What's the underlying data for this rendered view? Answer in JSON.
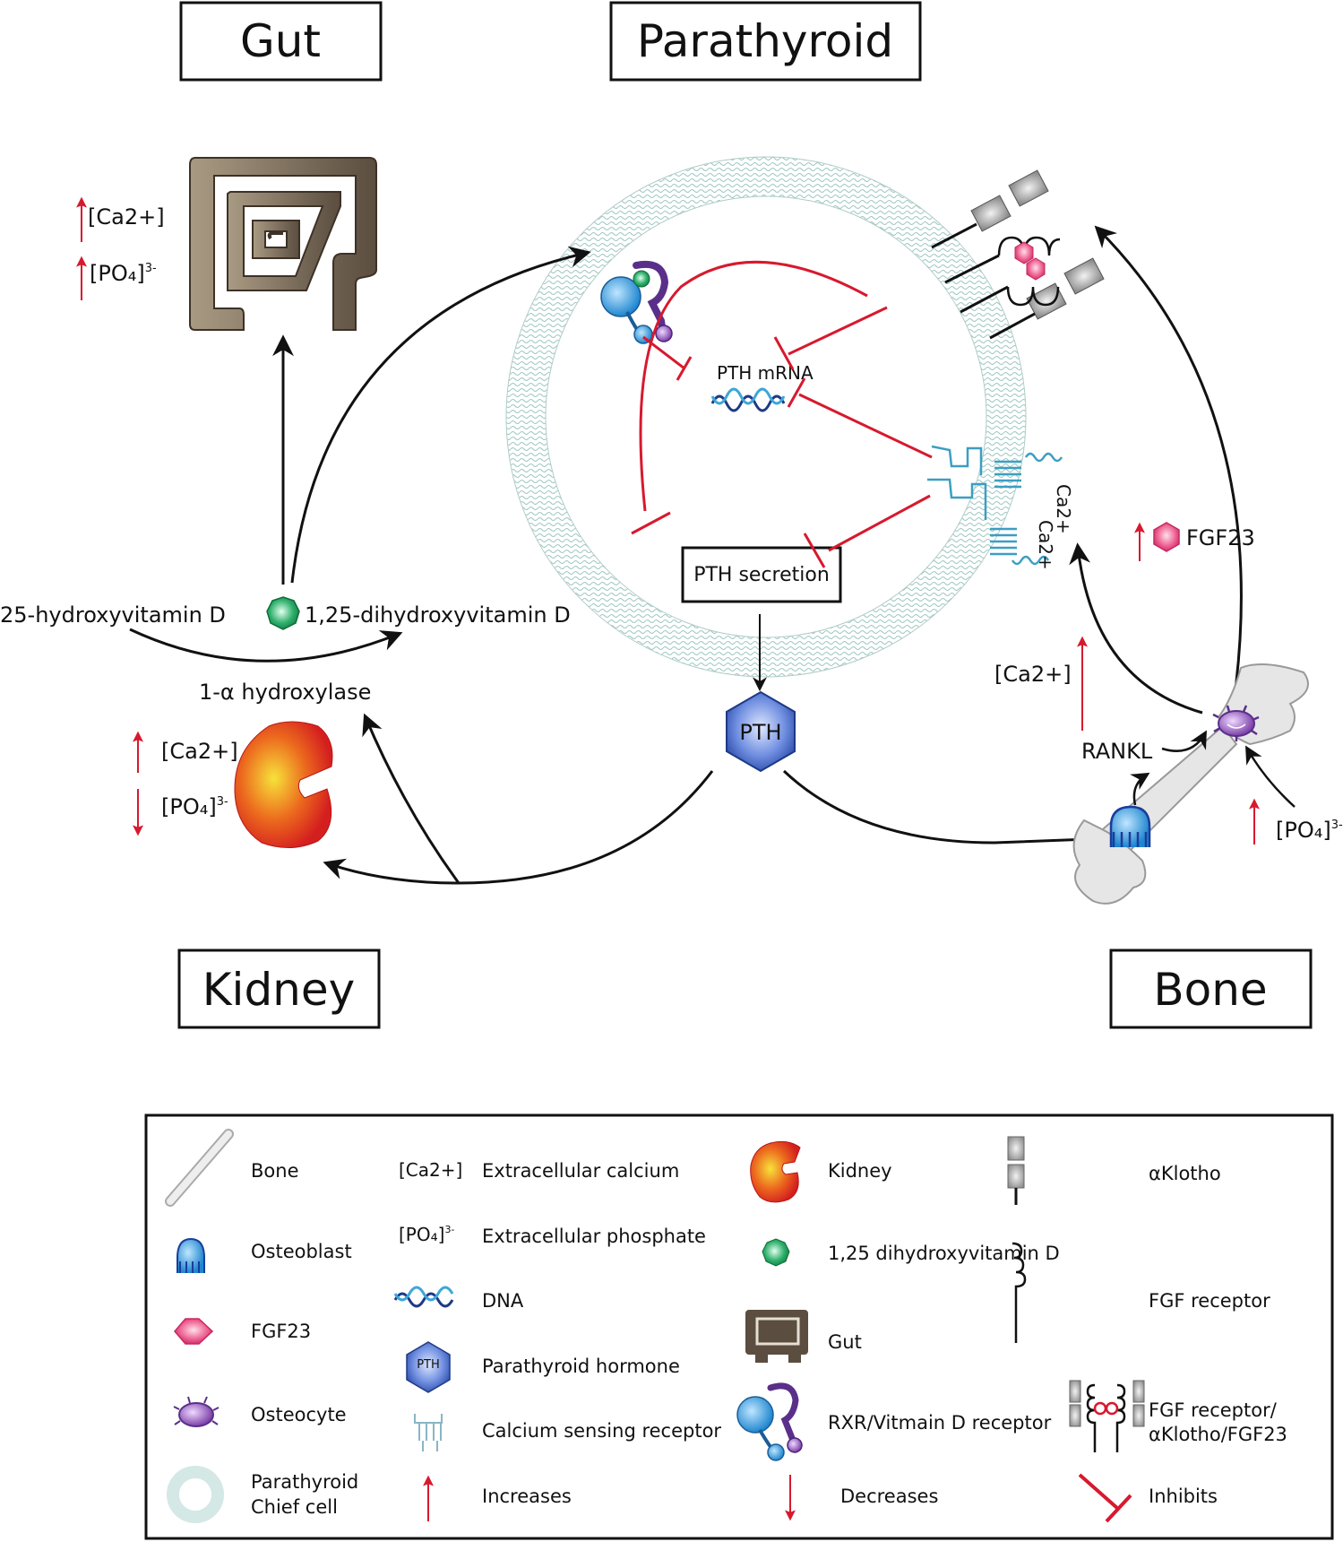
{
  "organs": {
    "gut": "Gut",
    "parathyroid": "Parathyroid",
    "kidney": "Kidney",
    "bone": "Bone"
  },
  "gut_effects": {
    "ca": "[Ca2+]",
    "po4": "[PO₄]",
    "po4_sup": "3-",
    "ca_direction": "increase",
    "po4_direction": "increase"
  },
  "vitamin_d": {
    "precursor": "25-hydroxyvitamin D",
    "active": "1,25-dihydroxyvitamin D",
    "enzyme": "1-α hydroxylase"
  },
  "kidney_effects": {
    "ca": "[Ca2+]",
    "po4": "[PO₄]",
    "po4_sup": "3-",
    "ca_direction": "increase",
    "po4_direction": "decrease"
  },
  "parathyroid_cell": {
    "mrna_label": "PTH mRNA",
    "secretion_label": "PTH secretion",
    "hormone_label": "PTH",
    "casr_ion_1": "Ca2+",
    "casr_ion_2": "Ca2+"
  },
  "bone_side": {
    "fgf23": "FGF23",
    "fgf23_direction": "increase",
    "ca": "[Ca2+]",
    "ca_direction": "increase",
    "rankl": "RANKL",
    "po4": "[PO₄]",
    "po4_sup": "3-",
    "po4_direction": "increase"
  },
  "legend": {
    "items": [
      {
        "icon": "bone-icon",
        "label": "Bone"
      },
      {
        "icon": "osteoblast-icon",
        "label": "Osteoblast"
      },
      {
        "icon": "fgf23-icon",
        "label": "FGF23"
      },
      {
        "icon": "osteocyte-icon",
        "label": "Osteocyte"
      },
      {
        "icon": "chief-cell-icon",
        "label": "Parathyroid",
        "label2": "Chief cell"
      },
      {
        "icon": "calcium-symbol",
        "symbol": "[Ca2+]",
        "label": "Extracellular calcium"
      },
      {
        "icon": "phosphate-symbol",
        "symbol": "[PO₄]",
        "symbol_sup": "3-",
        "label": "Extracellular phosphate"
      },
      {
        "icon": "dna-icon",
        "label": "DNA"
      },
      {
        "icon": "pth-icon",
        "symbol": "PTH",
        "label": "Parathyroid hormone"
      },
      {
        "icon": "casr-icon",
        "label": "Calcium sensing receptor"
      },
      {
        "icon": "increase-arrow-icon",
        "label": "Increases"
      },
      {
        "icon": "kidney-icon",
        "label": "Kidney"
      },
      {
        "icon": "vitamin-d-icon",
        "label": "1,25 dihydroxyvitamin D"
      },
      {
        "icon": "gut-icon",
        "label": "Gut"
      },
      {
        "icon": "rxr-vdr-icon",
        "label": "RXR/Vitmain D receptor"
      },
      {
        "icon": "decrease-arrow-icon",
        "label": "Decreases"
      },
      {
        "icon": "aklotho-icon",
        "label": "αKlotho"
      },
      {
        "icon": "fgf-receptor-icon",
        "label": "FGF receptor"
      },
      {
        "icon": "complex-icon",
        "label": "FGF receptor/",
        "label2": "αKlotho/FGF23"
      },
      {
        "icon": "inhibit-icon",
        "label": "Inhibits"
      }
    ]
  },
  "colors": {
    "increase_arrow": "#d7192e",
    "inhibit": "#d7192e",
    "membrane": "#b7d9d4",
    "pth_blue": "#3a5fb5",
    "fgf23_pink": "#e8467a",
    "vitd_green": "#1a9a5a",
    "gut_brown": "#6b5c4c",
    "kidney_red": "#d92b1f",
    "casr_blue": "#3c9ec2",
    "osteocyte_purple": "#7b3fa8"
  }
}
